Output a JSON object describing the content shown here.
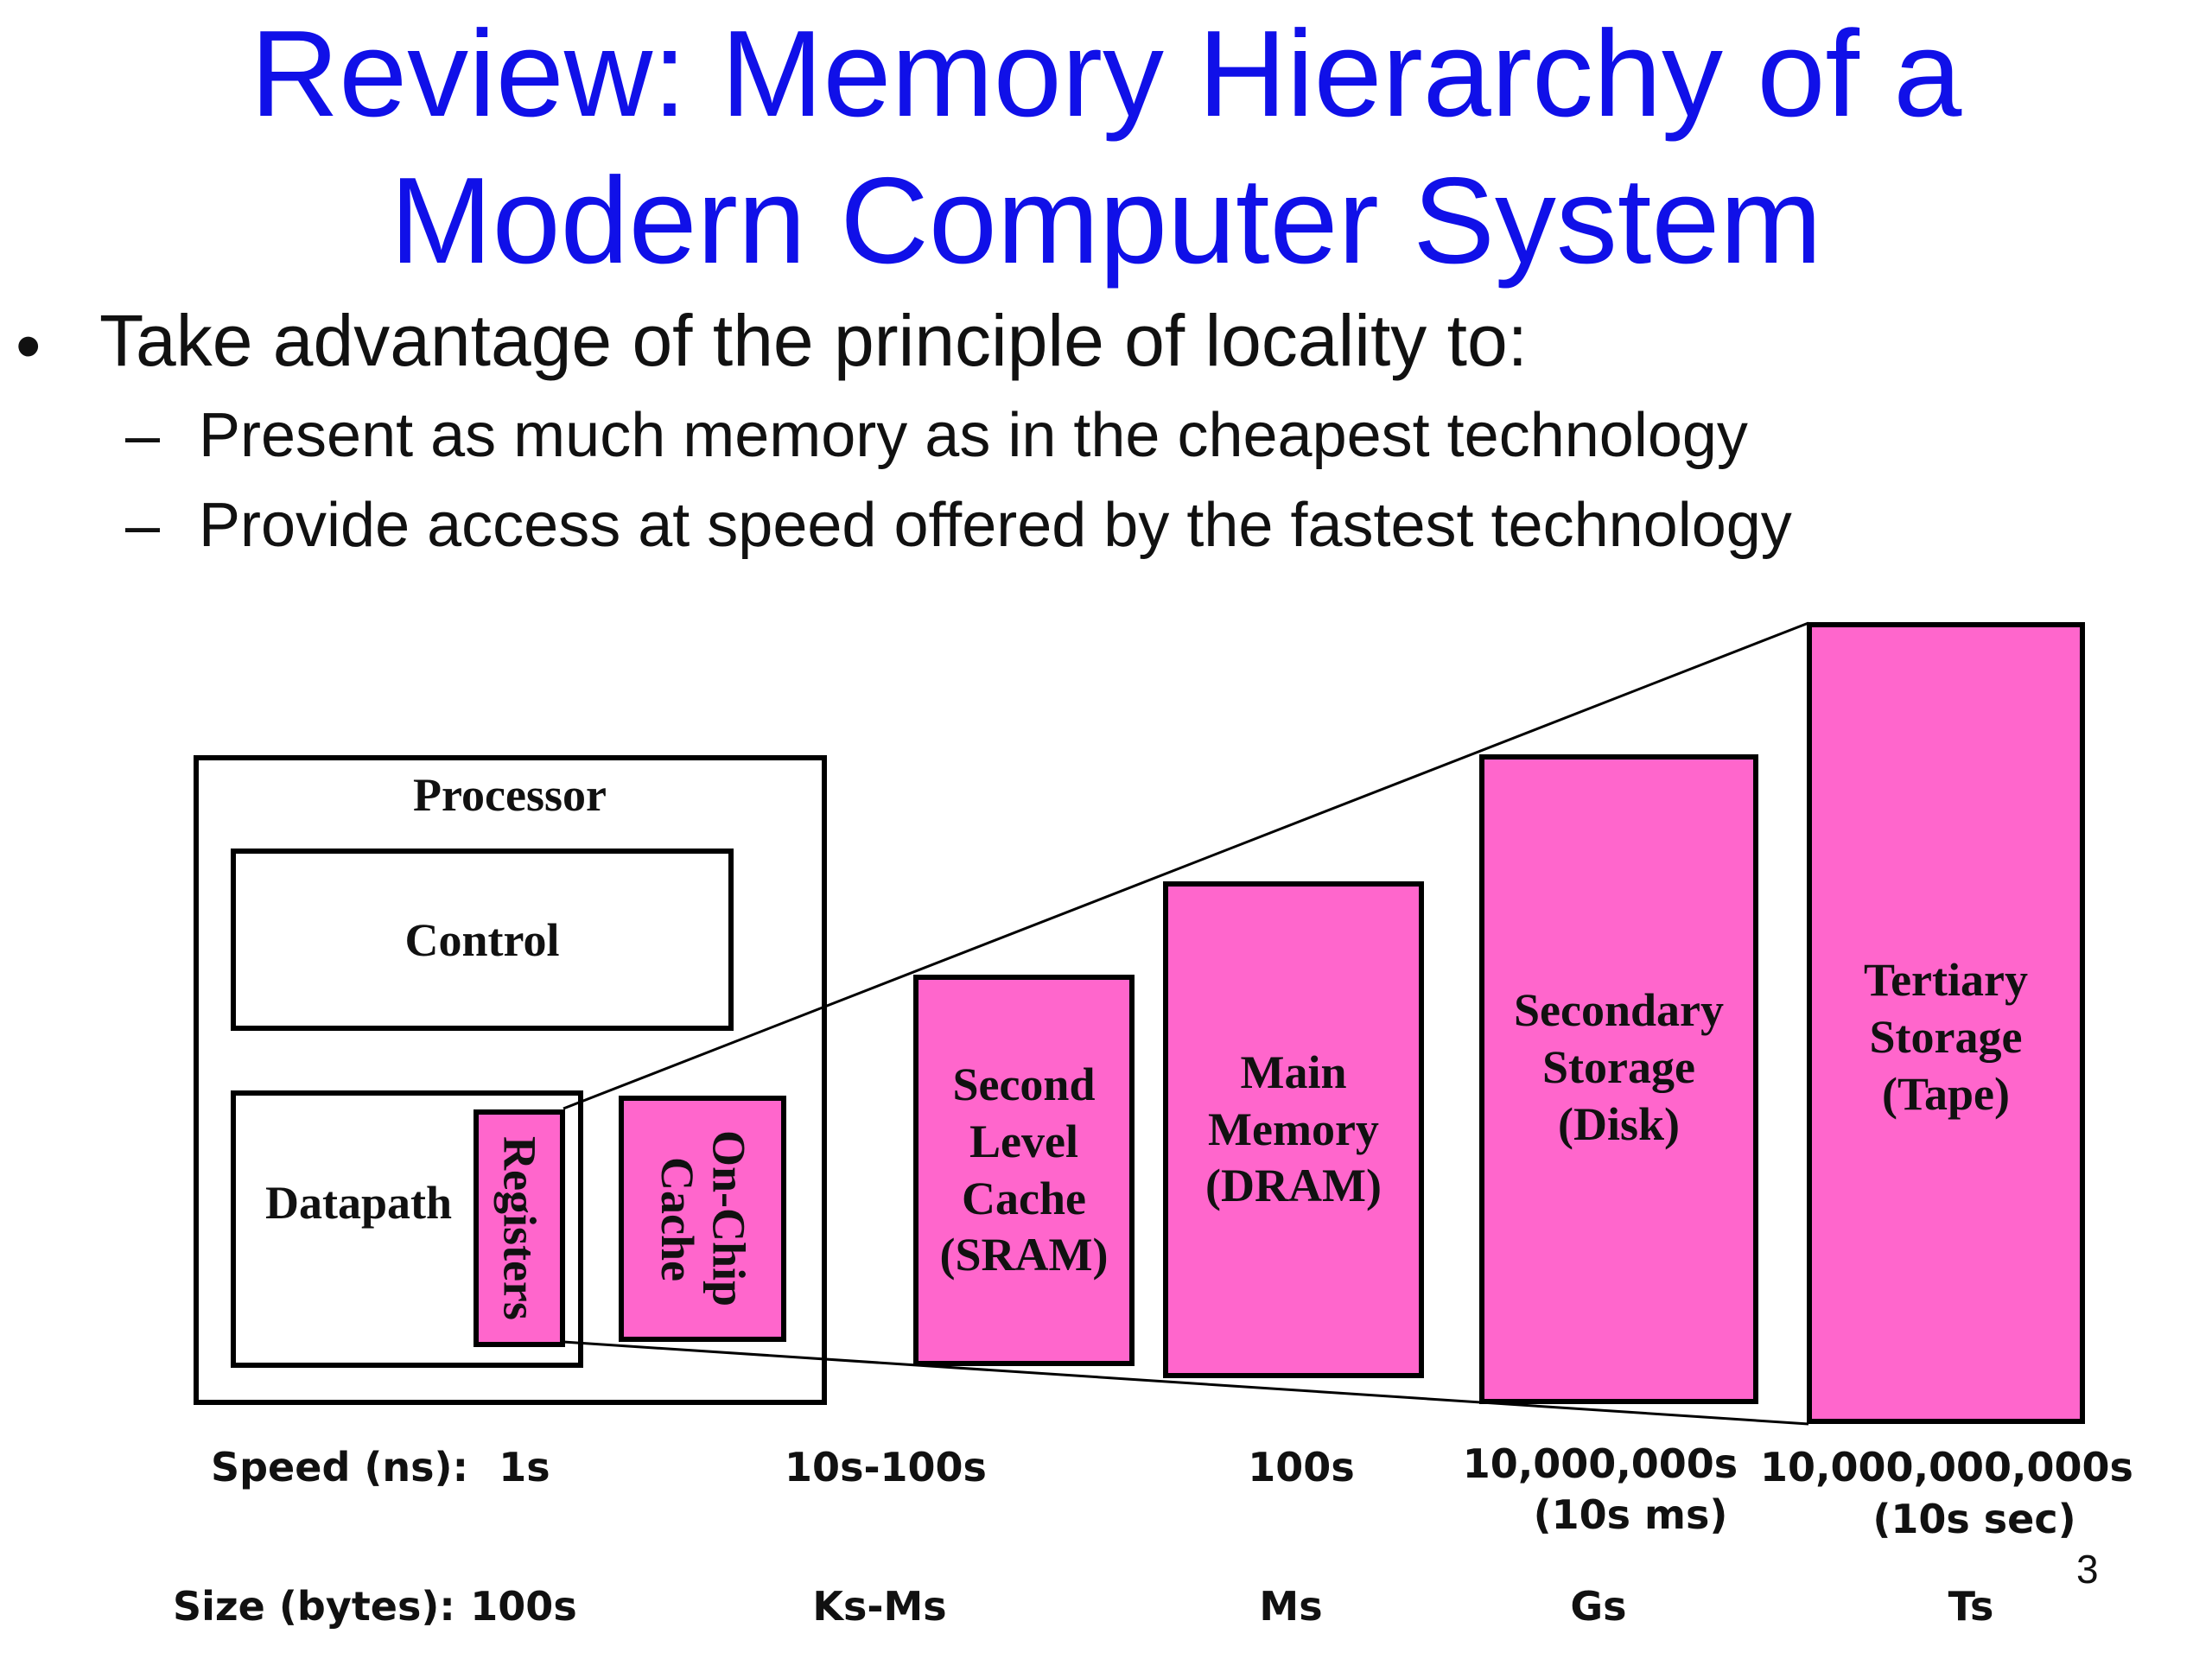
{
  "title": {
    "line1": "Review: Memory Hierarchy of a",
    "line2": "Modern Computer System"
  },
  "bullets": {
    "main": "Take advantage of the principle of locality to:",
    "sub": [
      "Present as much memory as in the cheapest technology",
      "Provide access at speed offered by the fastest technology"
    ]
  },
  "diagram": {
    "processor": "Processor",
    "control": "Control",
    "datapath": "Datapath",
    "registers": "Registers",
    "onchip_cache": {
      "line1": "On-Chip",
      "line2": "Cache"
    },
    "l2_cache": {
      "line1": "Second",
      "line2": "Level",
      "line3": "Cache",
      "line4": "(SRAM)"
    },
    "main_memory": {
      "line1": "Main",
      "line2": "Memory",
      "line3": "(DRAM)"
    },
    "secondary": {
      "line1": "Secondary",
      "line2": "Storage",
      "line3": "(Disk)"
    },
    "tertiary": {
      "line1": "Tertiary",
      "line2": "Storage",
      "line3": "(Tape)"
    },
    "fill_color": "#ff66cc"
  },
  "speed": {
    "label": "Speed (ns):",
    "registers": "1s",
    "cache": "10s-100s",
    "main": "100s",
    "disk": "10,000,000s",
    "disk_note": "(10s ms)",
    "tape": "10,000,000,000s",
    "tape_note": "(10s sec)"
  },
  "size": {
    "label": "Size (bytes):",
    "registers": "100s",
    "cache": "Ks-Ms",
    "main": "Ms",
    "disk": "Gs",
    "tape": "Ts"
  },
  "page_number": "3"
}
